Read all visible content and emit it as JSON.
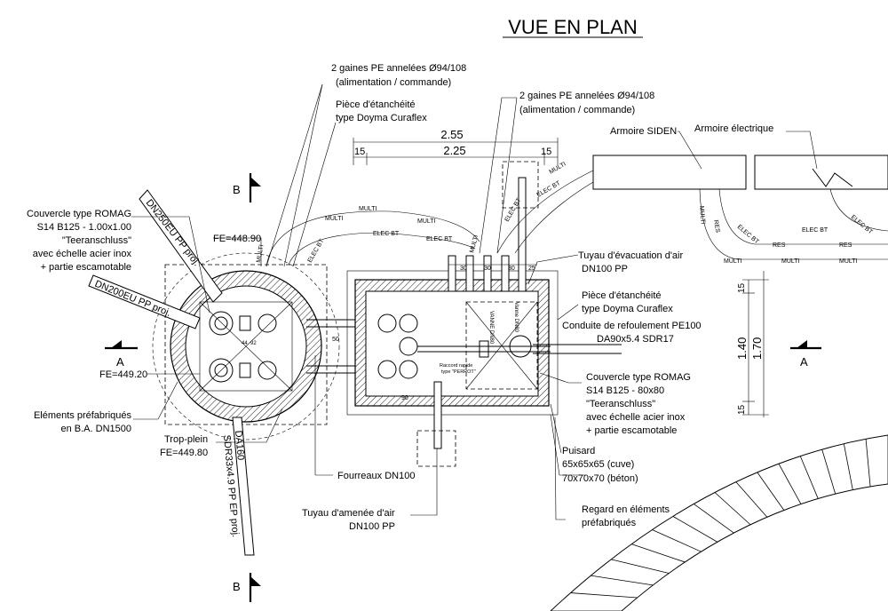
{
  "title": "VUE EN PLAN",
  "labels": {
    "gaines1_l1": "2 gaines PE annelées Ø94/108",
    "gaines1_l2": "(alimentation / commande)",
    "piece1_l1": "Pièce d'étanchéité",
    "piece1_l2": "type Doyma Curaflex",
    "gaines2_l1": "2 gaines PE annelées Ø94/108",
    "gaines2_l2": "(alimentation / commande)",
    "dim_255": "2.55",
    "dim_225": "2.25",
    "dim_15a": "15",
    "dim_15b": "15",
    "armoire_siden": "Armoire SIDEN",
    "armoire_elec": "Armoire électrique",
    "couvercle1_l1": "Couvercle type ROMAG",
    "couvercle1_l2": "S14 B125 - 1.00x1.00",
    "couvercle1_l3": "\"Teeranschluss\"",
    "couvercle1_l4": "avec échelle acier inox",
    "couvercle1_l5": "+ partie escamotable",
    "pipe_dn250": "DN250EU PP proj.",
    "pipe_dn200": "DN200EU PP proj.",
    "fe_448_90": "FE=448.90",
    "fe_449_20": "FE=449.20",
    "elements_l1": "Eléments préfabriqués",
    "elements_l2": "en B.A. DN1500",
    "trop_plein": "Trop-plein",
    "fe_449_80": "FE=449.80",
    "pipe_da160": "DA160",
    "pipe_sdr33": "SDR33x4.9 PP EP proj.",
    "section_b": "B",
    "section_a": "A",
    "multi": "MULTI",
    "elec_bt": "ELEC BT",
    "res": "RES",
    "tuyau_evac_l1": "Tuyau d'évacuation d'air",
    "tuyau_evac_l2": "DN100 PP",
    "piece2_l1": "Pièce d'étanchéité",
    "piece2_l2": "type Doyma Curaflex",
    "conduite_l1": "Conduite de refoulement PE100",
    "conduite_l2": "DA90x5.4 SDR17",
    "couvercle2_l1": "Couvercle type ROMAG",
    "couvercle2_l2": "S14 B125 - 80x80",
    "couvercle2_l3": "\"Teeranschluss\"",
    "couvercle2_l4": "avec échelle acier inox",
    "couvercle2_l5": "+ partie escamotable",
    "puisard_l1": "Puisard",
    "puisard_l2": "65x65x65 (cuve)",
    "puisard_l3": "70x70x70 (béton)",
    "regard_l1": "Regard en éléments",
    "regard_l2": "préfabriqués",
    "fourreaux": "Fourreaux DN100",
    "tuyau_amenee_l1": "Tuyau d'amenée d'air",
    "tuyau_amenee_l2": "DN100 PP",
    "dim_30a": "30",
    "dim_30b": "30",
    "dim_30c": "30",
    "dim_25": "25",
    "dim_50": "50",
    "dim_90": "90",
    "dim_140": "1.40",
    "dim_170": "1.70",
    "dim_15c": "15",
    "dim_15d": "15",
    "raccord_l1": "Raccord rapide",
    "raccord_l2": "type \"PERROT\"",
    "vanne_dn80": "VANNE DN80",
    "clapet": "Vanne DN80",
    "d_44": "44",
    "d_92": "92"
  }
}
